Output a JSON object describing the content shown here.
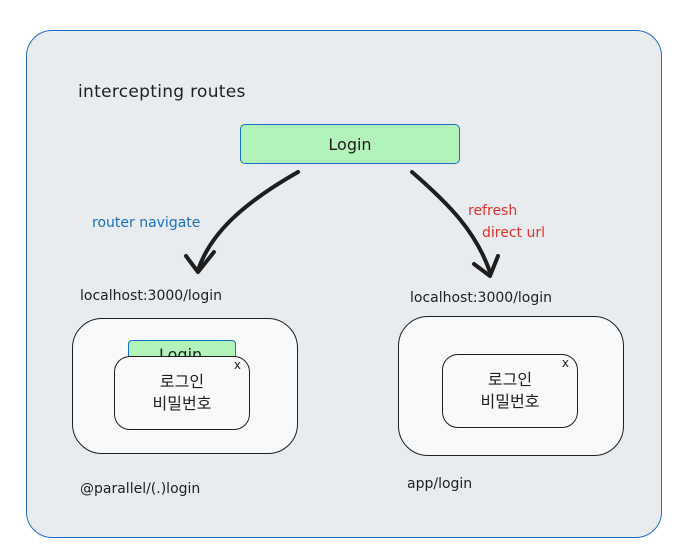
{
  "title": "intercepting routes",
  "login_button": "Login",
  "edges": {
    "soft": "router navigate",
    "hard_line1": "refresh",
    "hard_line2": "direct url"
  },
  "left": {
    "url": "localhost:3000/login",
    "peek_label": "Login",
    "modal_line1": "로그인",
    "modal_line2": "비밀번호",
    "close": "x",
    "route": "@parallel/(.)login"
  },
  "right": {
    "url": "localhost:3000/login",
    "modal_line1": "로그인",
    "modal_line2": "비밀번호",
    "close": "x",
    "route": "app/login"
  },
  "colors": {
    "frame_border": "#1e6ec8",
    "button_fill": "#b2f2bb",
    "blue_label": "#1971c2",
    "red_label": "#e03131"
  }
}
